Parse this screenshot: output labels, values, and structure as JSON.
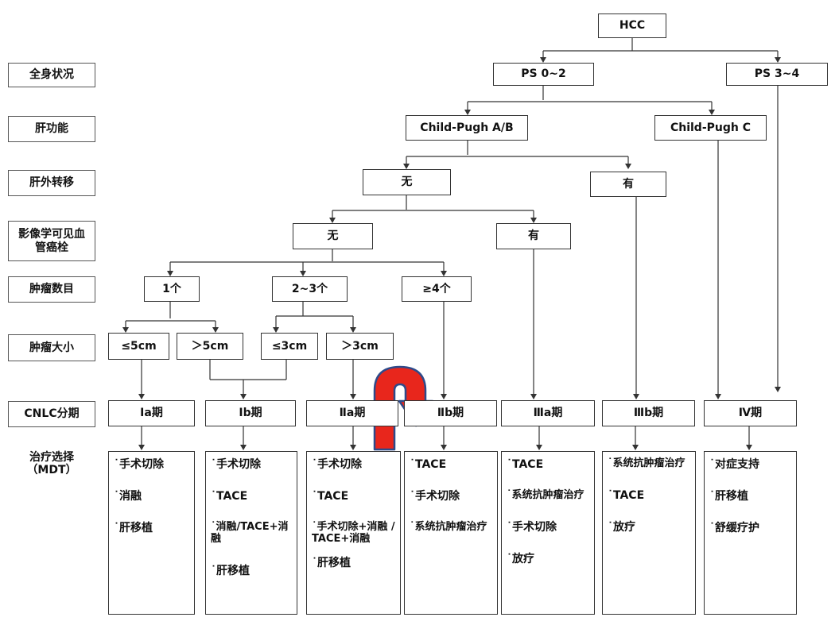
{
  "labels": {
    "general": "全身状况",
    "liver": "肝功能",
    "meta": "肝外转移",
    "vasc": "影像学可见血\n管癌栓",
    "num": "肿瘤数目",
    "size": "肿瘤大小",
    "cnlc": "CNLC分期",
    "treat": "治疗选择\n（MDT）"
  },
  "nodes": {
    "hcc": "HCC",
    "ps02": "PS  0~2",
    "ps34": "PS  3~4",
    "cpab": "Child-Pugh A/B",
    "cpc": "Child-Pugh C",
    "meta_no": "无",
    "meta_yes": "有",
    "vasc_no": "无",
    "vasc_yes": "有",
    "n1": "1个",
    "n23": "2~3个",
    "n4": "≥4个",
    "s5a": "≤5cm",
    "s5b": "＞5cm",
    "s3a": "≤3cm",
    "s3b": "＞3cm"
  },
  "stages": {
    "ia": "Ⅰa期",
    "ib": "Ⅰb期",
    "iia": "Ⅱa期",
    "iib": "Ⅱb期",
    "iiia": "Ⅲa期",
    "iiib": "Ⅲb期",
    "iv": "Ⅳ期"
  },
  "treatments": {
    "ia": [
      "˙手术切除",
      "˙消融",
      "˙肝移植"
    ],
    "ib": [
      "˙手术切除",
      "˙TACE",
      "˙消融/TACE+消融",
      "˙肝移植"
    ],
    "iia": [
      "˙手术切除",
      "˙TACE",
      "˙手术切除+消融 /\nTACE+消融",
      "˙肝移植"
    ],
    "iib": [
      "˙TACE",
      "˙手术切除",
      "˙系统抗肿瘤治疗"
    ],
    "iiia": [
      "˙TACE",
      "˙系统抗肿瘤治疗",
      "˙手术切除",
      "˙放疗"
    ],
    "iiib": [
      "˙系统抗肿瘤治疗",
      "˙TACE",
      "˙放疗"
    ],
    "iv": [
      "˙对症支持",
      "˙肝移植",
      "˙舒缓疗护"
    ]
  },
  "colors": {
    "arrow_fill": "#e8261c",
    "arrow_stroke": "#2e4a8a"
  }
}
